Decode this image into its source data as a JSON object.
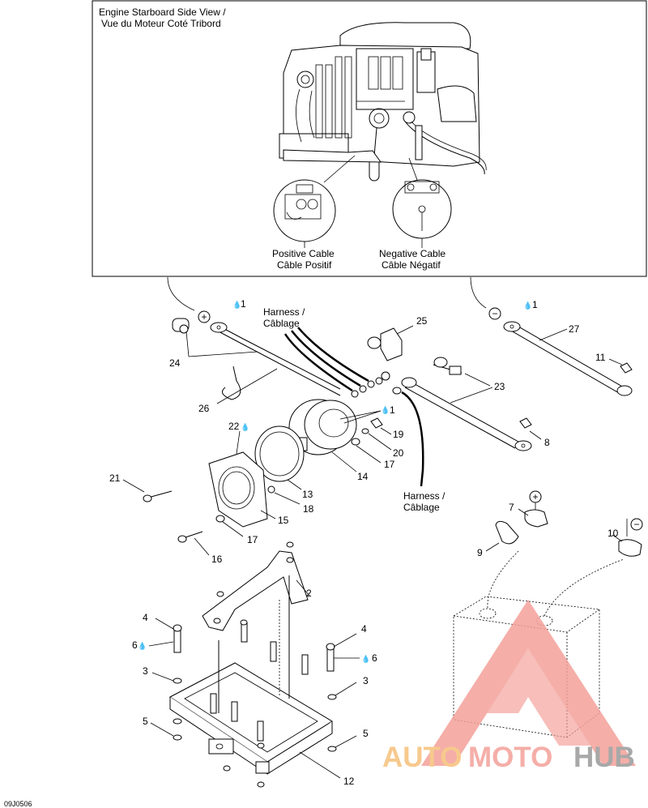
{
  "inset": {
    "title_line1": "Engine Starboard Side View /",
    "title_line2": "Vue du Moteur Coté Tribord",
    "positive_en": "Positive Cable",
    "positive_fr": "Câble Positif",
    "negative_en": "Negative Cable",
    "negative_fr": "Câble Négatif"
  },
  "harness_top": {
    "line1": "Harness /",
    "line2": "Câblage"
  },
  "harness_bottom": {
    "line1": "Harness /",
    "line2": "Câblage"
  },
  "polarity": {
    "plus": "+",
    "minus": "−"
  },
  "callouts": {
    "c1a": "1",
    "c1b": "1",
    "c1c": "1",
    "c2": "2",
    "c3a": "3",
    "c3b": "3",
    "c4a": "4",
    "c4b": "4",
    "c5a": "5",
    "c5b": "5",
    "c6a": "6",
    "c6b": "6",
    "c7": "7",
    "c8": "8",
    "c9": "9",
    "c10": "10",
    "c11": "11",
    "c12": "12",
    "c13": "13",
    "c14": "14",
    "c15": "15",
    "c16": "16",
    "c17a": "17",
    "c17b": "17",
    "c18": "18",
    "c19": "19",
    "c20": "20",
    "c21": "21",
    "c22": "22",
    "c23": "23",
    "c24": "24",
    "c25": "25",
    "c26": "26",
    "c27": "27"
  },
  "figure_code": "09J0506",
  "watermark": {
    "part1": "AUTO",
    "part2": "MOTO",
    "part3": "HUB",
    "color_primary": "#f4a09a",
    "color_accent": "#f6c07a",
    "color_dark": "#9a9a9a"
  }
}
